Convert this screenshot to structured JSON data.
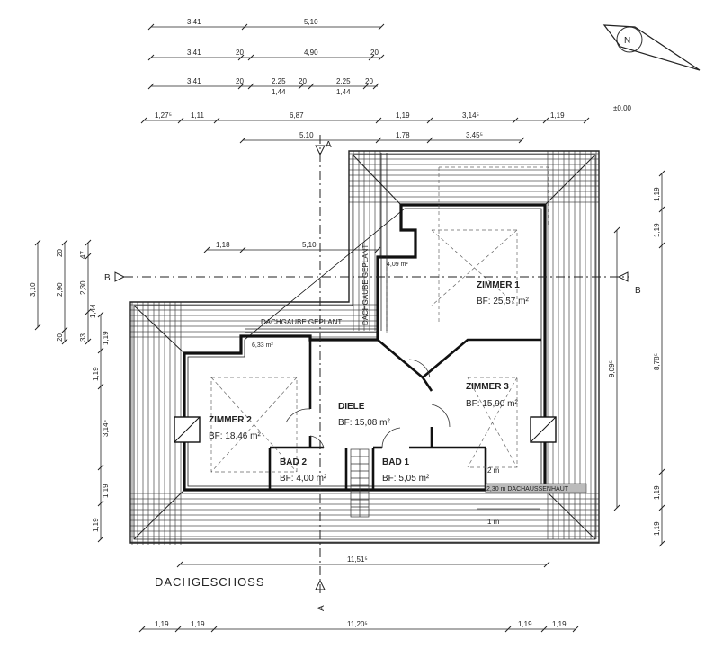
{
  "title": "DACHGESCHOSS",
  "level": "±0,00",
  "section_markers": {
    "a": "A",
    "b": "B"
  },
  "rooms": [
    {
      "name": "ZIMMER 1",
      "area": "BF: 25,57 m²"
    },
    {
      "name": "ZIMMER 2",
      "area": "BF: 18,46 m²"
    },
    {
      "name": "ZIMMER 3",
      "area": "BF: 15,90 m²"
    },
    {
      "name": "DIELE",
      "area": "BF: 15,08 m²"
    },
    {
      "name": "BAD 2",
      "area": "BF: 4,00 m²"
    },
    {
      "name": "BAD 1",
      "area": "BF: 5,05 m²"
    }
  ],
  "annotations": {
    "dormer_h": "DACHGAUBE GEPLANT",
    "dormer_v": "DACHGAUBE GEPLANT",
    "area_small_1": "4,09 m²",
    "area_small_2": "6,33 m²",
    "eave": "2,30 m DACHAUSSENHAUT",
    "m2": "2 m",
    "m1": "1 m"
  },
  "dims_top": {
    "r1": [
      "3,41",
      "5,10"
    ],
    "r2": [
      "3,41",
      "20",
      "4,90",
      "20"
    ],
    "r3": [
      "3,41",
      "20",
      "2,25",
      "20",
      "2,25",
      "20"
    ],
    "r3_sub": [
      "1,44",
      "1,44"
    ],
    "r4": [
      "1,27⁵",
      "1,11",
      "6,87",
      "1,19",
      "3,14⁵",
      "1,19"
    ],
    "r5": [
      "5,10",
      "1,78",
      "3,45⁵"
    ],
    "inner": [
      "1,18",
      "5,10"
    ]
  },
  "dims_left": {
    "outer": [
      "3,10",
      "2,90",
      "2,30",
      "20",
      "20",
      "33",
      "47"
    ],
    "inner": [
      "1,44",
      "1,19",
      "1,19",
      "3,14⁵",
      "1,19",
      "1,19"
    ]
  },
  "dims_right": {
    "inner": "9,09⁵",
    "outer": [
      "1,19",
      "1,19",
      "8,78⁵",
      "1,19",
      "1,19"
    ]
  },
  "dims_bottom": {
    "inner": "11,51⁵",
    "outer": [
      "1,19",
      "1,19",
      "11,20⁵",
      "1,19",
      "1,19"
    ]
  }
}
